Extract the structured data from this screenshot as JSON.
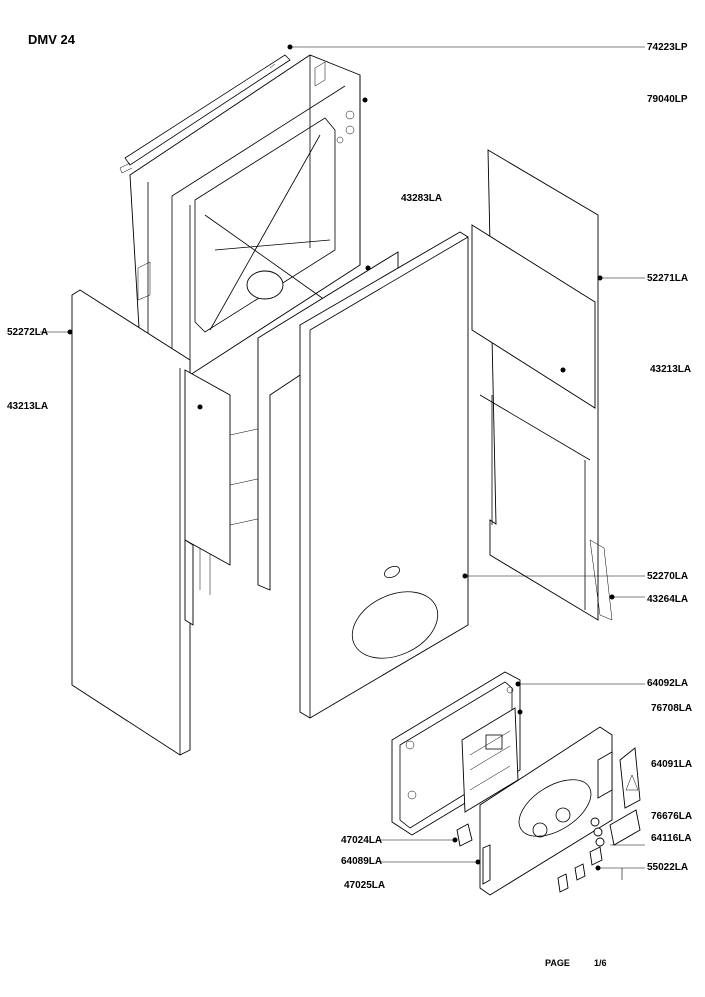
{
  "title": "DMV 24",
  "labels": {
    "p74223LP": "74223LP",
    "p79040LP": "79040LP",
    "p43283LA": "43283LA",
    "p52271LA": "52271LA",
    "p52272LA": "52272LA",
    "p43213LA_left": "43213LA",
    "p43213LA_right": "43213LA",
    "p52270LA": "52270LA",
    "p43264LA": "43264LA",
    "p64092LA": "64092LA",
    "p76708LA": "76708LA",
    "p64091LA": "64091LA",
    "p76676LA": "76676LA",
    "p64116LA": "64116LA",
    "p47024LA": "47024LA",
    "p64089LA": "64089LA",
    "p55022LA": "55022LA",
    "p47025LA": "47025LA"
  },
  "footer": {
    "page_label": "PAGE",
    "page_number": "1/6"
  }
}
